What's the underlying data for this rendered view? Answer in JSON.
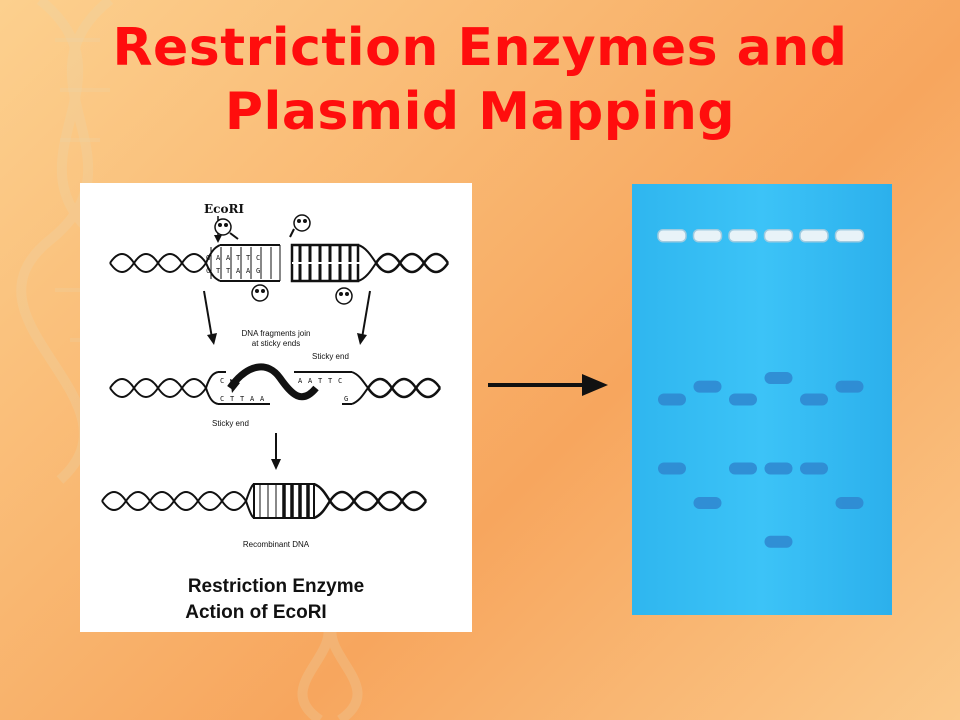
{
  "slide": {
    "title_line1": "Restriction Enzymes and",
    "title_line2": "Plasmid Mapping"
  },
  "diagram": {
    "enzyme_label": "EcoRI",
    "fragments_label_1": "DNA fragments join",
    "fragments_label_2": "at sticky ends",
    "sticky_end_label_right": "Sticky end",
    "sticky_end_label_left": "Sticky end",
    "recombinant_label": "Recombinant DNA",
    "caption_line1": "Restriction Enzyme",
    "caption_line2": "Action of EcoRI",
    "bases_top": [
      "G",
      "A",
      "A",
      "T",
      "T",
      "C"
    ],
    "bases_bottom": [
      "C",
      "T",
      "T",
      "A",
      "A",
      "G"
    ],
    "sticky_bases_left": [
      "C",
      "T",
      "T",
      "A",
      "A"
    ],
    "sticky_bases_right": [
      "A",
      "A",
      "T",
      "T",
      "C"
    ]
  },
  "gel": {
    "lanes": 6,
    "lane_bands": [
      [
        0.12,
        0.5,
        0.66
      ],
      [
        0.12,
        0.47,
        0.74
      ],
      [
        0.12,
        0.5,
        0.66
      ],
      [
        0.12,
        0.45,
        0.66,
        0.83
      ],
      [
        0.12,
        0.5,
        0.66
      ],
      [
        0.12,
        0.47,
        0.74
      ]
    ],
    "colors": {
      "gel": "#34bdf4",
      "band": "#2f86cf",
      "well": "#e8f3f8"
    }
  },
  "colors": {
    "title": "#ff0d0d"
  }
}
